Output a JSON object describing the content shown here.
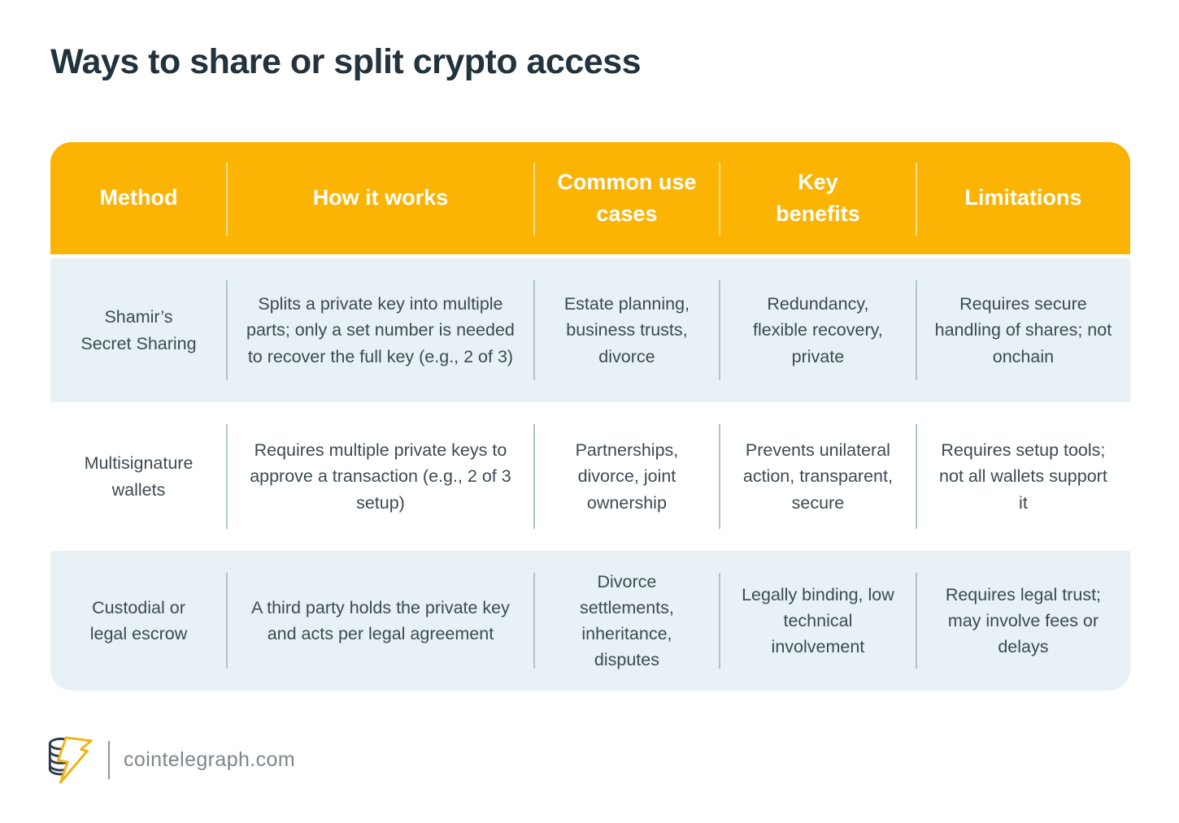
{
  "page": {
    "background_color": "#FFFFFF"
  },
  "chart_data": {
    "type": "table",
    "title": "Ways to share or split crypto access",
    "columns": [
      "Method",
      "How it works",
      "Common use cases",
      "Key benefits",
      "Limitations"
    ],
    "rows": [
      [
        "Shamir’s Secret Sharing",
        "Splits a private key into multiple parts; only a set number is needed to recover the full key (e.g., 2 of 3)",
        "Estate planning, business trusts, divorce",
        "Redundancy, flexible recovery, private",
        "Requires secure handling of shares; not onchain"
      ],
      [
        "Multisignature wallets",
        "Requires multiple private keys to approve a transaction (e.g., 2 of 3 setup)",
        "Partnerships, divorce, joint ownership",
        "Prevents unilateral action, transparent, secure",
        "Requires setup tools; not all wallets support it"
      ],
      [
        "Custodial or legal escrow",
        "A third party holds the private key and acts per legal agreement",
        "Divorce settlements, inheritance, disputes",
        "Legally binding, low technical involvement",
        "Requires legal trust; may involve fees or delays"
      ]
    ],
    "layout": {
      "header_position": "top",
      "grid": "vertical-dividers-only",
      "row_striping": [
        "#E8F1F5",
        "#FFFFFF",
        "#E8F1F5"
      ]
    }
  },
  "colors": {
    "header_bg": "#FCB404",
    "header_text": "#FFFFFF",
    "stripe_row_bg": "#E8F1F5",
    "plain_row_bg": "#FFFFFF",
    "title_text": "#23333D",
    "body_text": "#3C4A52",
    "body_divider": "#AFC5CD",
    "header_divider": "rgba(255,255,255,0.55)",
    "footer_text": "#7C868D",
    "logo_yellow": "#F0B411",
    "logo_dark": "#2E3D47"
  },
  "footer": {
    "site_label": "cointelegraph.com",
    "logo_icon": "cointelegraph-logo"
  }
}
